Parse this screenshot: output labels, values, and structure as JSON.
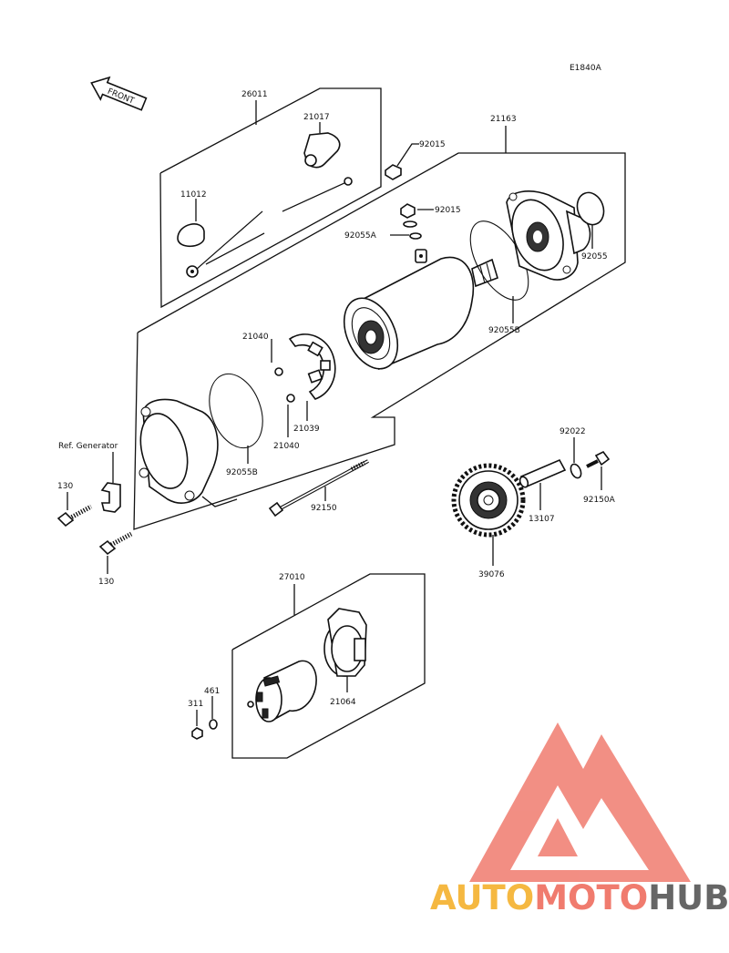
{
  "diagram": {
    "code": "E1840A",
    "front_label": "FRONT",
    "ref_label": "Ref. Generator",
    "parts": {
      "p26011": "26011",
      "p21017": "21017",
      "p11012": "11012",
      "p21163": "21163",
      "p92015a": "92015",
      "p92015b": "92015",
      "p92055A": "92055A",
      "p92055": "92055",
      "p92055B_top": "92055B",
      "p21040_top": "21040",
      "p21039": "21039",
      "p21040_bot": "21040",
      "p92055B_bot": "92055B",
      "p92150": "92150",
      "p130_top": "130",
      "p130_bot": "130",
      "p92022": "92022",
      "p92150A": "92150A",
      "p13107": "13107",
      "p39076": "39076",
      "p27010": "27010",
      "p21064": "21064",
      "p311": "311",
      "p461": "461"
    }
  },
  "watermark": {
    "part1": "AUTO",
    "part2": "MOTO",
    "part3": "HUB",
    "colors": {
      "auto": "#f5b841",
      "moto": "#f07b6e",
      "hub": "#666666",
      "logo": "#f07b6e"
    }
  }
}
